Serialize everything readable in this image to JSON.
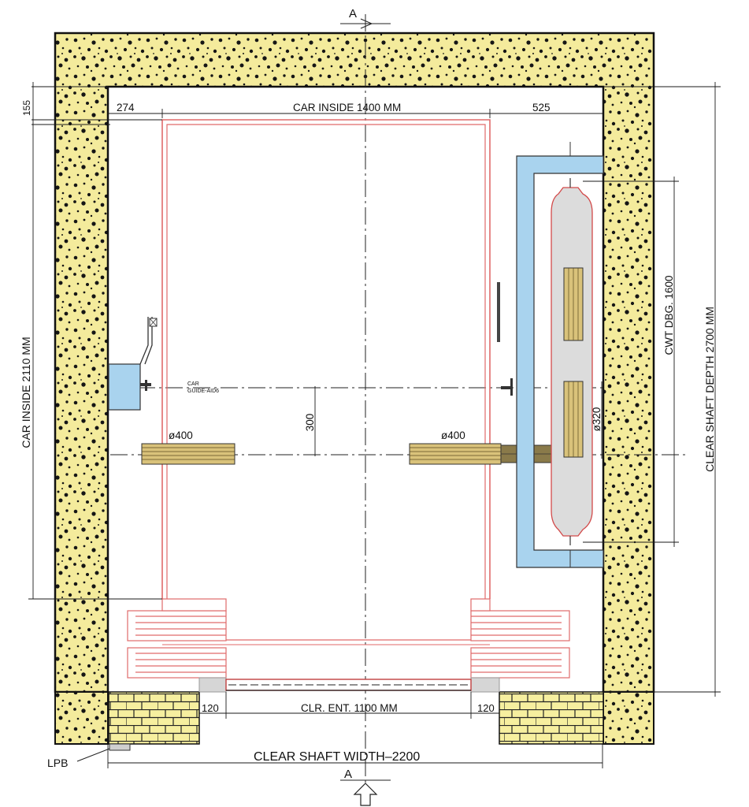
{
  "section_marks": {
    "top": "A",
    "bottom": "A"
  },
  "dimensions": {
    "car_inside_width": "CAR INSIDE 1400 MM",
    "left_gap": "274",
    "right_gap": "525",
    "top_gap": "155",
    "car_inside_depth": "CAR INSIDE 2110 MM",
    "clear_shaft_depth": "CLEAR SHAFT DEPTH 2700 MM",
    "cwt_dbg": "CWT DBG. 1600",
    "offset_300": "300",
    "pulley_left": "ø400",
    "pulley_right": "ø400",
    "pulley_cwt": "ø320",
    "clear_entrance": "CLR. ENT. 1100 MM",
    "jamb_left": "120",
    "jamb_right": "120",
    "clear_shaft_width": "CLEAR SHAFT WIDTH–2200"
  },
  "labels": {
    "car_guide_line1": "CAR",
    "car_guide_line2": "GUIDE-AID6",
    "lpb": "LPB"
  },
  "colors": {
    "concrete": "#f4eb9c",
    "car_outline": "#e06a6a",
    "cwt_frame": "#a9d3ee",
    "timber": "#d9c27a",
    "brick": "#f6ef9f"
  }
}
